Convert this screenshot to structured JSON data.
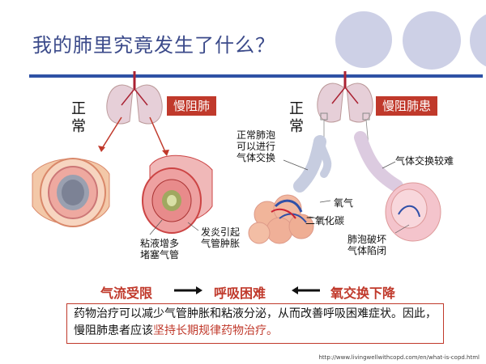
{
  "title": "我的肺里究竟发生了什么？",
  "left_panel": {
    "normal_label": "正常",
    "copd_label": "慢阻肺",
    "mucus_label_line1": "粘液增多",
    "mucus_label_line2": "堵塞气管",
    "inflammation_line1": "发炎引起",
    "inflammation_line2": "气管肿胀"
  },
  "right_panel": {
    "normal_label": "正常",
    "copd_label": "慢阻肺患",
    "alveoli_line1": "正常肺泡",
    "alveoli_line2": "可以进行",
    "alveoli_line3": "气体交换",
    "exchange_difficult": "气体交换较难",
    "oxygen": "氧气",
    "co2": "二氧化碳",
    "damaged_line1": "肺泡破坏",
    "damaged_line2": "气体陷闭"
  },
  "flow": {
    "step1": "气流受限",
    "step2": "呼吸困难",
    "step3": "氧交换下降"
  },
  "summary": {
    "text1": "药物治疗可以减少气管肿胀和粘液分泌，从而改善呼吸困难症状。因此，慢阻肺患者应该",
    "highlight": "坚持长期规律药物治疗。"
  },
  "source_url": "http://www.livingwellwithcopd.com/en/what-is-copd.html",
  "colors": {
    "title": "#3b4a8a",
    "rule": "#2e52a5",
    "red": "#c0392b",
    "circles": "#cdd0e6"
  }
}
